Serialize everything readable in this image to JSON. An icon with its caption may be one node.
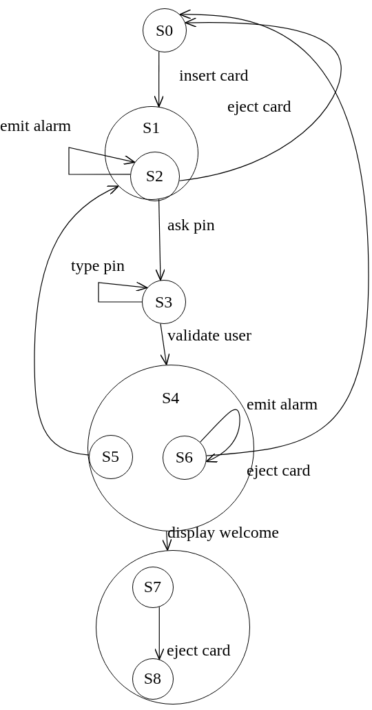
{
  "diagram": {
    "nodes": [
      {
        "text": [
          "S0"
        ]
      },
      {
        "text": [
          "S1"
        ]
      },
      {
        "text": [
          "S2"
        ],
        "in": 1
      },
      {
        "text": [
          "S3"
        ]
      },
      {
        "text": [
          "S4"
        ]
      },
      {
        "text": [
          "S5"
        ],
        "in": 4
      },
      {
        "text": [
          "S6"
        ],
        "in": 4
      },
      {
        "text": [],
        "shape": "circle"
      },
      {
        "text": [
          "S7"
        ],
        "in": 7
      },
      {
        "text": [
          "S8"
        ],
        "in": 7
      }
    ],
    "edges": [
      {
        "from": 0,
        "to": 1,
        "label": "insert card",
        "arrow": "to"
      },
      {
        "from": 2,
        "to": 0,
        "label": "eject card",
        "arrow": "to"
      },
      {
        "from": 2,
        "to": 2,
        "label": "emit alarm",
        "arrow": "to"
      },
      {
        "from": 1,
        "to": 3,
        "label": "ask pin",
        "arrow": "to"
      },
      {
        "from": 3,
        "to": 3,
        "label": "type pin",
        "arrow": "to"
      },
      {
        "from": 3,
        "to": 4,
        "label": "validate user",
        "arrow": "to"
      },
      {
        "from": 5,
        "to": 1,
        "arrow": "to"
      },
      {
        "from": 6,
        "to": 6,
        "label": "emit alarm",
        "arrow": "to"
      },
      {
        "from": 6,
        "to": 0,
        "label": "eject card",
        "arrow": "to"
      },
      {
        "from": 4,
        "to": 7,
        "label": "display welcome",
        "arrow": "to"
      },
      {
        "from": 8,
        "to": 9,
        "label": "eject card",
        "arrow": "to"
      }
    ]
  }
}
